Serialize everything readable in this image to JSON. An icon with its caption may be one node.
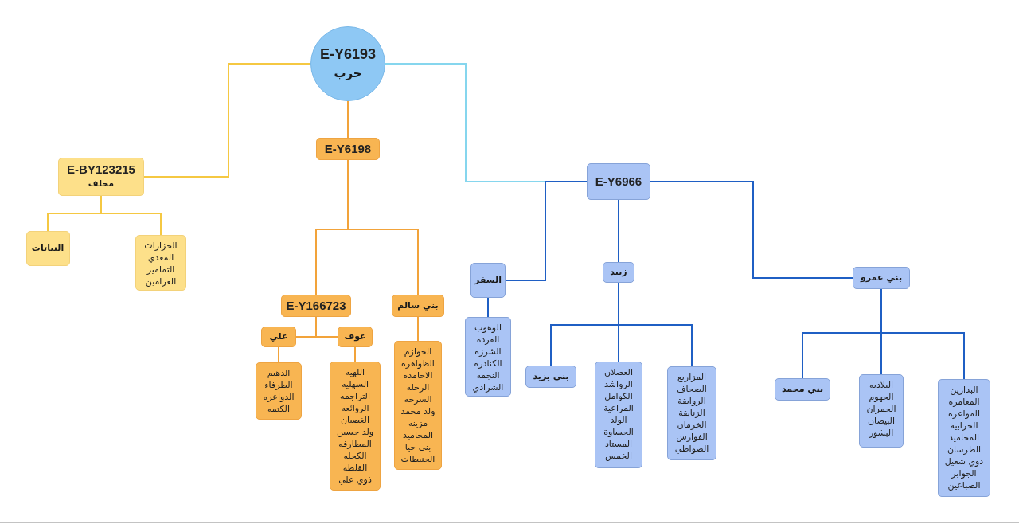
{
  "diagram": {
    "nodes": [
      {
        "text": [
          "E-Y6193",
          "حرب"
        ]
      },
      {
        "text": [
          "E-BY123215",
          "مخلف"
        ]
      },
      {
        "text": [
          "النباتات"
        ]
      },
      {
        "text": [
          "الخزازات",
          "المعدي",
          "التمامير",
          "العرامين"
        ]
      },
      {
        "text": [
          "E-Y6198"
        ]
      },
      {
        "text": [
          "E-Y166723"
        ]
      },
      {
        "text": [
          "بني سالم"
        ]
      },
      {
        "text": [
          "علي"
        ]
      },
      {
        "text": [
          "عوف"
        ]
      },
      {
        "text": [
          "الدهيم",
          "الطرفاء",
          "الدواعره",
          "الكتمه"
        ]
      },
      {
        "text": [
          "اللهيه",
          "السهليه",
          "التراجمه",
          "الروائعه",
          "الغصبان",
          "ولد حسين",
          "المطارفه",
          "الكحله",
          "القلطه",
          "ذوي علي"
        ]
      },
      {
        "text": [
          "الحوازم",
          "الظواهره",
          "الاحامده",
          "الرحله",
          "السرحه",
          "ولد محمد",
          "مزينه",
          "المحاميد",
          "بني حيا",
          "الحنيطات"
        ]
      },
      {
        "text": [
          "E-Y6966"
        ]
      },
      {
        "text": [
          "السفر"
        ]
      },
      {
        "text": [
          "زبيد"
        ]
      },
      {
        "text": [
          "بني عمرو"
        ]
      },
      {
        "text": [
          "الوهوب",
          "الفرده",
          "الشرزه",
          "الكنادره",
          "النجمه",
          "الشراذي"
        ]
      },
      {
        "text": [
          "بني يزيد"
        ]
      },
      {
        "text": [
          "العصلان",
          "الرواشد",
          "الكوامل",
          "المراعية",
          "الولد",
          "الحساوة",
          "المستاد",
          "الخمس"
        ]
      },
      {
        "text": [
          "المزاريع",
          "الصحاف",
          "الروابقة",
          "الزنابقة",
          "الخرمان",
          "الفوارس",
          "الصواطي"
        ]
      },
      {
        "text": [
          "بني محمد"
        ]
      },
      {
        "text": [
          "البلاديه",
          "الجهوم",
          "الحمران",
          "البيضان",
          "البشور"
        ]
      },
      {
        "text": [
          "البدارين",
          "المعامره",
          "المواعزه",
          "الحرابيه",
          "المحاميد",
          "الطرسان",
          "ذوي شعيل",
          "الجوابر",
          "الضباعين"
        ]
      }
    ],
    "edges": [
      {
        "from": 0,
        "to": 1,
        "arrow": "none",
        "color": "#f5c842"
      },
      {
        "from": 0,
        "to": 4,
        "arrow": "none",
        "color": "#f2a33a"
      },
      {
        "from": 0,
        "to": 12,
        "arrow": "none",
        "color": "#86d6ee"
      },
      {
        "from": 1,
        "to": 2,
        "arrow": "none",
        "color": "#f5c842"
      },
      {
        "from": 1,
        "to": 3,
        "arrow": "none",
        "color": "#f5c842"
      },
      {
        "from": 4,
        "to": 5,
        "arrow": "none",
        "color": "#f2a33a"
      },
      {
        "from": 4,
        "to": 6,
        "arrow": "none",
        "color": "#f2a33a"
      },
      {
        "from": 5,
        "to": 7,
        "arrow": "none",
        "color": "#f2a33a"
      },
      {
        "from": 5,
        "to": 8,
        "arrow": "none",
        "color": "#f2a33a"
      },
      {
        "from": 7,
        "to": 9,
        "arrow": "none",
        "color": "#f2a33a"
      },
      {
        "from": 8,
        "to": 10,
        "arrow": "none",
        "color": "#f2a33a"
      },
      {
        "from": 6,
        "to": 11,
        "arrow": "none",
        "color": "#f2a33a"
      },
      {
        "from": 12,
        "to": 13,
        "arrow": "none"
      },
      {
        "from": 12,
        "to": 14,
        "arrow": "none"
      },
      {
        "from": 12,
        "to": 15,
        "arrow": "none"
      },
      {
        "from": 13,
        "to": 16,
        "arrow": "none"
      },
      {
        "from": 14,
        "to": 17,
        "arrow": "none"
      },
      {
        "from": 14,
        "to": 18,
        "arrow": "none"
      },
      {
        "from": 14,
        "to": 19,
        "arrow": "none"
      },
      {
        "from": 15,
        "to": 20,
        "arrow": "none"
      },
      {
        "from": 15,
        "to": 21,
        "arrow": "none"
      },
      {
        "from": 15,
        "to": 22,
        "arrow": "none"
      }
    ]
  }
}
